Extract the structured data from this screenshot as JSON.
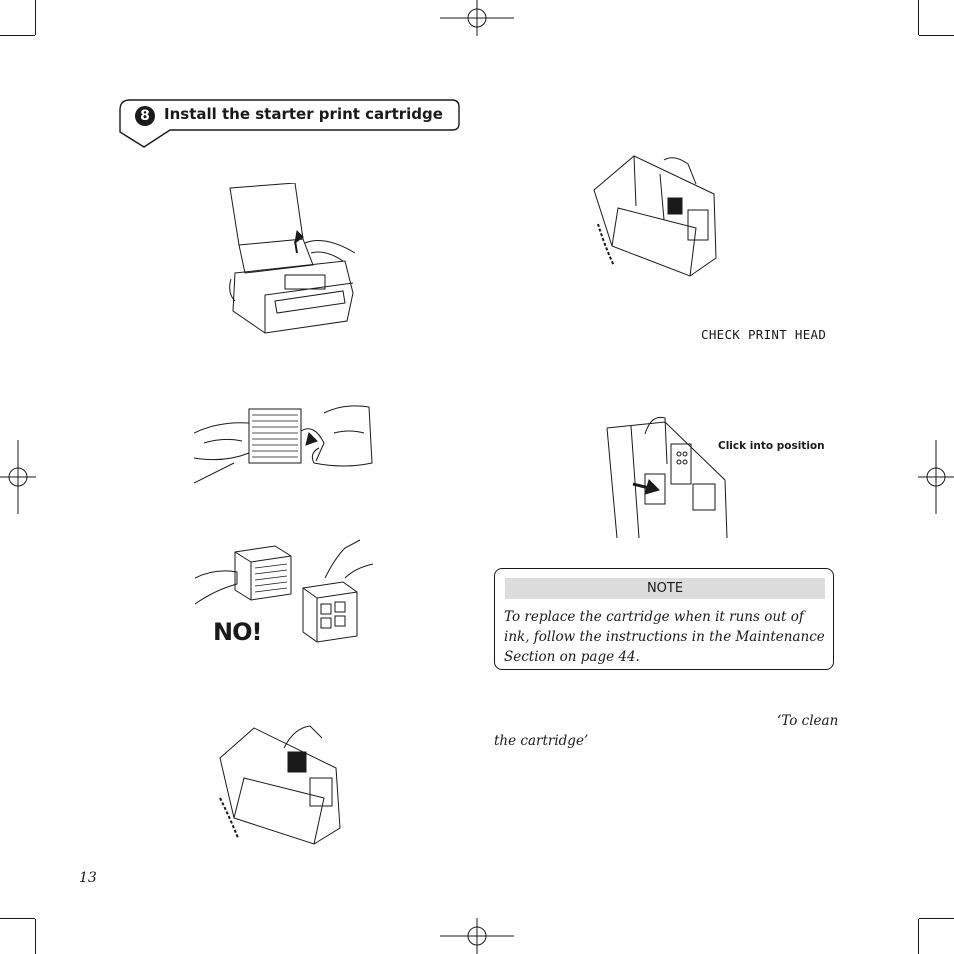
{
  "section": {
    "step_number": "8",
    "title": "Install the starter print cartridge"
  },
  "illustrations": {
    "fax_machine": "fax-machine-paper-illustration",
    "remove_tape": "remove-tape-illustration",
    "no_touch": "do-not-touch-contacts-illustration",
    "no_label": "NO!",
    "insert_cartridge": "insert-cartridge-illustration",
    "open_cover": "open-cover-illustration",
    "click_position": "click-into-position-illustration"
  },
  "display_message": "CHECK PRINT HEAD",
  "click_label": "Click into position",
  "note": {
    "heading": "NOTE",
    "body": "To replace the cartridge when it runs out of ink, follow the instructions in the Maintenance Section on page 44."
  },
  "fragments": {
    "to_clean": "‘To clean",
    "the_cartridge": "the cartridge’"
  },
  "page_number": "13"
}
